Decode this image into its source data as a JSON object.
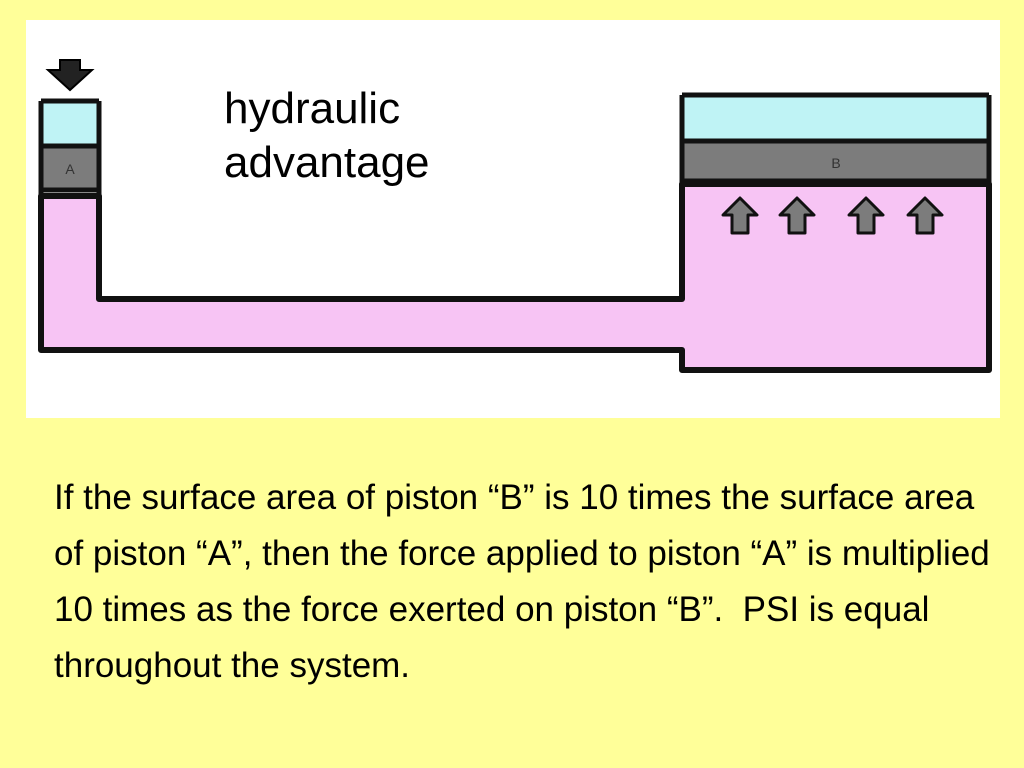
{
  "slide": {
    "background": "#ffff99",
    "description": "If the surface area of piston “B” is 10 times the surface area of piston “A”, then the force applied to piston “A” is multiplied 10 times as the force exerted on piston “B”.  PSI is equal throughout the system."
  },
  "diagram": {
    "title_line1": "hydraulic",
    "title_line2": "advantage",
    "piston_a_label": "A",
    "piston_b_label": "B",
    "input_force_icon": "arrow-down-icon",
    "output_pressure_icon": "arrow-up-icon",
    "output_arrow_count": 4,
    "colors": {
      "panel": "#ffffff",
      "fluid": "#f7c4f4",
      "piston": "#7c7c7c",
      "air": "#bff3f5",
      "outline": "#111111",
      "arrow": "#7c7c7c"
    }
  }
}
